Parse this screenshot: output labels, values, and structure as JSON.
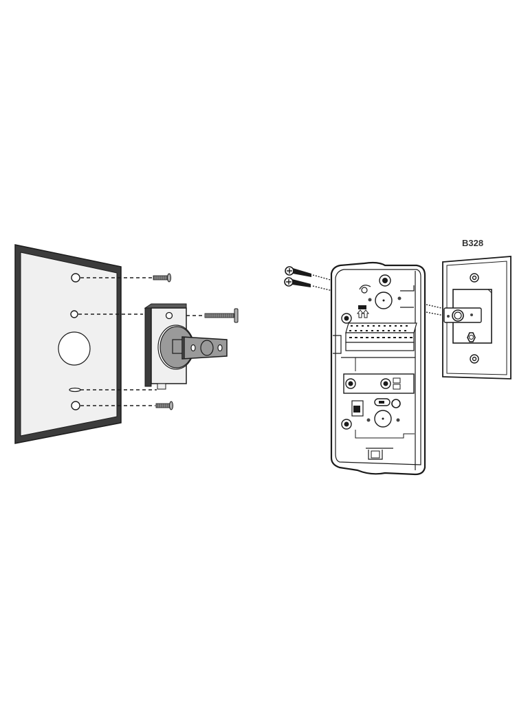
{
  "diagram": {
    "type": "exploded-installation-diagram",
    "labels": {
      "model": "B328"
    },
    "colors": {
      "line": "#1a1a1a",
      "plate_face": "#f0f0f0",
      "plate_bevel": "#3c3c3c",
      "bracket_gray": "#9a9a9a",
      "screw_gray": "#7a7a7a",
      "background": "#ffffff"
    },
    "left_assembly": {
      "components": [
        {
          "name": "wall-plate",
          "holes": [
            "top-screw-hole",
            "upper-screw-hole",
            "center-knockout",
            "slot",
            "bottom-screw-hole"
          ]
        },
        {
          "name": "mounting-bracket",
          "parts": [
            "bracket-body",
            "swivel-disc",
            "latch-arm"
          ]
        },
        {
          "name": "screw-top-short"
        },
        {
          "name": "screw-bracket-long"
        },
        {
          "name": "screw-bottom-short"
        }
      ],
      "guide_lines": 4
    },
    "right_assembly": {
      "components": [
        {
          "name": "mounting-screw-upper"
        },
        {
          "name": "mounting-screw-lower"
        },
        {
          "name": "detector-base-housing",
          "features": [
            "terminal-strip",
            "up-arrows",
            "mounting-holes",
            "tamper-switch"
          ]
        },
        {
          "name": "b328-swivel-mount-plate",
          "features": [
            "top-screw",
            "swivel-bracket",
            "hex-nut",
            "bottom-screw"
          ]
        }
      ],
      "guide_lines": 2
    }
  }
}
